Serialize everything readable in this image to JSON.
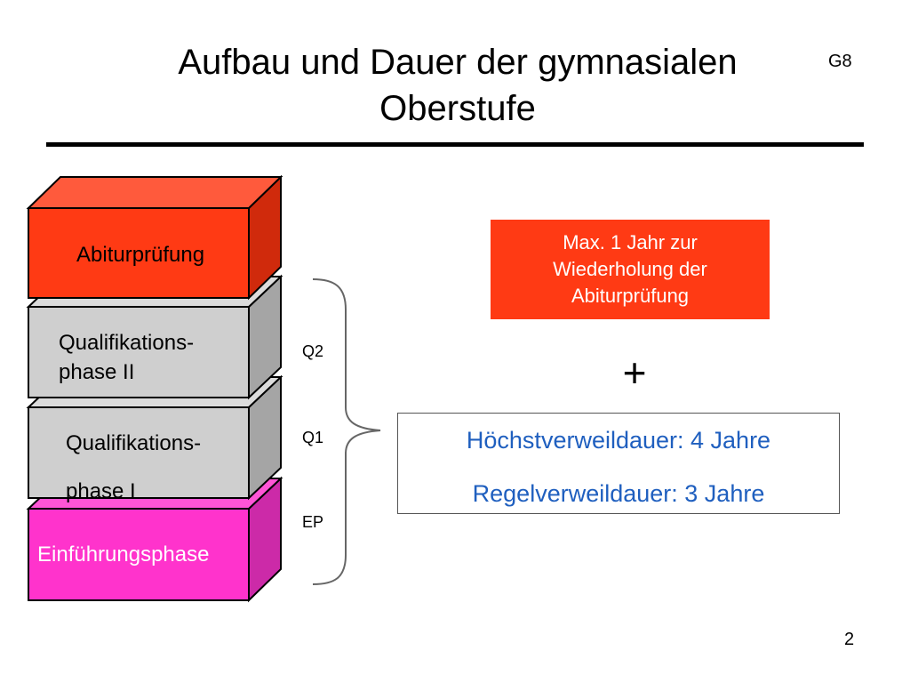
{
  "slide": {
    "title_line1": "Aufbau und Dauer der gymnasialen",
    "title_line2": "Oberstufe",
    "tag": "G8",
    "page_number": "2"
  },
  "stack": {
    "blocks": [
      {
        "label_lines": [
          "Abiturprüfung"
        ],
        "face_color": "#ff3a14",
        "top_color": "#ff5a3c",
        "side_color": "#d02a0c"
      },
      {
        "label_lines": [
          "Qualifikations-",
          "phase II"
        ],
        "face_color": "#cfcfcf",
        "top_color": "#dcdcdc",
        "side_color": "#a5a5a5"
      },
      {
        "label_lines": [
          "Qualifikations-",
          "phase I"
        ],
        "face_color": "#cfcfcf",
        "top_color": "#dcdcdc",
        "side_color": "#a5a5a5"
      },
      {
        "label_lines": [
          "Einführungsphase"
        ],
        "face_color": "#ff33cc",
        "top_color": "#ff55d6",
        "side_color": "#cc2aa8"
      }
    ],
    "phase_tags": [
      "Q2",
      "Q1",
      "EP"
    ]
  },
  "info": {
    "retake_lines": [
      "Max. 1 Jahr zur",
      "Wiederholung der",
      "Abiturprüfung"
    ],
    "retake_color": "#ff3a14",
    "plus": "+",
    "max_duration": "Höchstverweildauer: 4 Jahre",
    "regular_duration": "Regelverweildauer: 3 Jahre",
    "duration_text_color": "#1f5fbf"
  }
}
